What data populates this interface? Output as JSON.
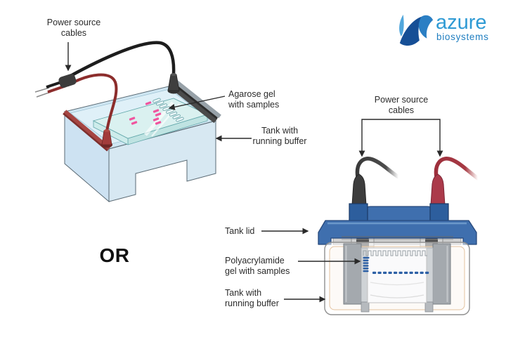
{
  "logo": {
    "word": "azure",
    "word2": "biosystems",
    "colors": {
      "word": "#2E9AD4",
      "word2": "#1F7EC0",
      "wave_dark": "#164F96",
      "wave_mid": "#2B7FC4",
      "wave_light": "#52A7DC"
    }
  },
  "divider": {
    "or_label": "OR"
  },
  "left_diagram": {
    "labels": {
      "power": {
        "line1": "Power source",
        "line2": "cables"
      },
      "gel": {
        "line1": "Agarose gel",
        "line2": "with samples"
      },
      "tank": {
        "line1": "Tank with",
        "line2": "running buffer"
      }
    }
  },
  "right_diagram": {
    "labels": {
      "power": {
        "line1": "Power source",
        "line2": "cables"
      },
      "lid": "Tank lid",
      "gel": {
        "line1": "Polyacrylamide",
        "line2": "gel with samples"
      },
      "tank": {
        "line1": "Tank with",
        "line2": "running buffer"
      }
    }
  },
  "colors": {
    "label_text": "#2b2b2b",
    "arrow": "#2a2a2a",
    "tank_blue": "#CFE6F2",
    "gel_teal": "#DAF1F0",
    "band_pink": "#F0549E",
    "band_blue": "#2B5FA5",
    "electrode_red": "#A64542",
    "electrode_black": "#4A4A4A",
    "cable_black": "#1D1D1D",
    "cable_red": "#8C2D2C",
    "lid_blue": "#3F6FAE",
    "socket_blue": "#2D5E9D",
    "plug_black": "#3D3D3D",
    "plug_red": "#AB3A4A"
  }
}
